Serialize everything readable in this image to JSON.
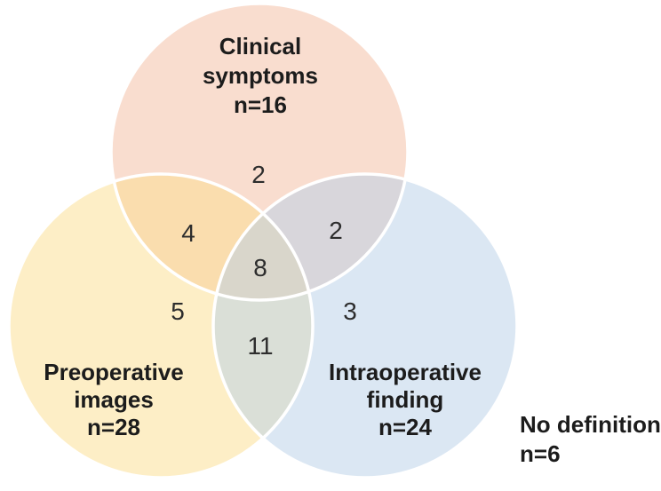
{
  "chart_data": {
    "type": "venn",
    "title": "",
    "legend_position": "none",
    "sets": [
      {
        "name": "Clinical symptoms",
        "n": 16,
        "label_lines": [
          "Clinical",
          "symptoms",
          "n=16"
        ],
        "fill": "#f3bb9f",
        "displayed_fill": "#f9ddcf"
      },
      {
        "name": "Preoperative images",
        "n": 28,
        "label_lines": [
          "Preoperative",
          "images",
          "n=28"
        ],
        "fill": "#fbdd8d",
        "displayed_fill": "#fdeec6"
      },
      {
        "name": "Intraoperative finding",
        "n": 24,
        "label_lines": [
          "Intraoperative",
          "finding",
          "n=24"
        ],
        "fill": "#b7cfe7",
        "displayed_fill": "#dbe7f3"
      }
    ],
    "regions": [
      {
        "sets": [
          "Clinical symptoms"
        ],
        "value": 2
      },
      {
        "sets": [
          "Clinical symptoms",
          "Preoperative images"
        ],
        "value": 4
      },
      {
        "sets": [
          "Clinical symptoms",
          "Intraoperative finding"
        ],
        "value": 2
      },
      {
        "sets": [
          "Clinical symptoms",
          "Preoperative images",
          "Intraoperative finding"
        ],
        "value": 8
      },
      {
        "sets": [
          "Preoperative images"
        ],
        "value": 5
      },
      {
        "sets": [
          "Intraoperative finding"
        ],
        "value": 3
      },
      {
        "sets": [
          "Preoperative images",
          "Intraoperative finding"
        ],
        "value": 11
      }
    ],
    "outside": {
      "name": "No definition",
      "n": 6,
      "label_lines": [
        "No definition",
        "n=6"
      ]
    }
  },
  "style": {
    "background": "#ffffff",
    "outline": "#ffffff",
    "label_color": "#1c1c1c",
    "number_color": "#2d2d2d"
  }
}
